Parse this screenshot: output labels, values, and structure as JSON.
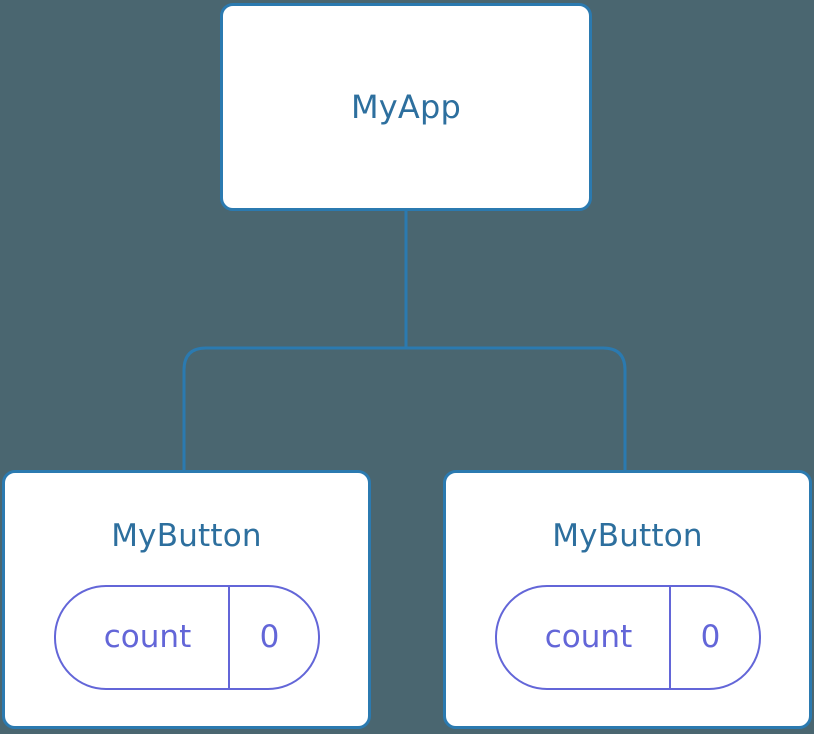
{
  "diagram": {
    "type": "component-tree",
    "background_color": "#4a6670",
    "edge_color": "#2b7ab0",
    "node_border_color": "#2b7ab0",
    "node_fill_color": "#ffffff",
    "title_color": "#2d6f9e",
    "state_color": "#6366d8",
    "root": {
      "title": "MyApp"
    },
    "children": [
      {
        "title": "MyButton",
        "state": {
          "key": "count",
          "value": "0"
        }
      },
      {
        "title": "MyButton",
        "state": {
          "key": "count",
          "value": "0"
        }
      }
    ]
  }
}
